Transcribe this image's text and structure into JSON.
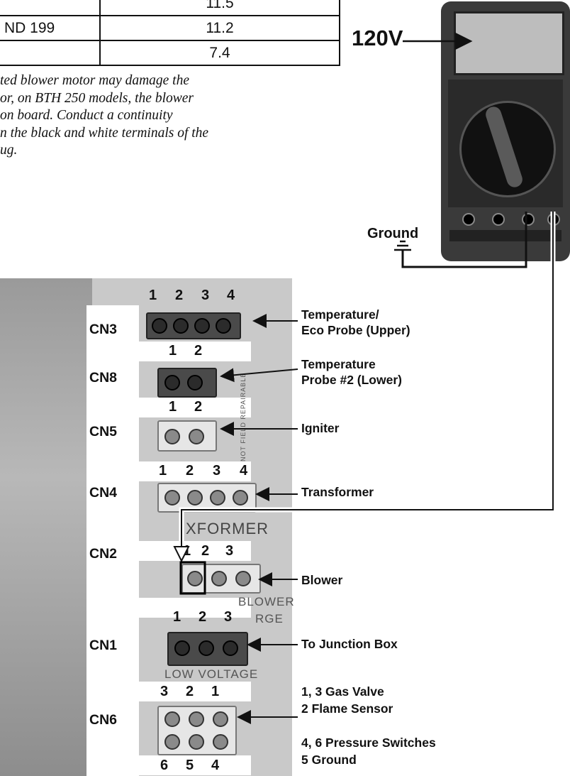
{
  "table": {
    "rows": [
      {
        "label": "",
        "value": "11.5"
      },
      {
        "label": "ND 199",
        "value": "11.2"
      },
      {
        "label": "",
        "value": "7.4"
      }
    ]
  },
  "note_lines": [
    "ted blower motor may damage the",
    " or, on BTH 250 models, the blower",
    "on board.  Conduct a continuity",
    "n the black and white terminals of the",
    "ug."
  ],
  "meter": {
    "reading_label": "120V",
    "ground_label": "Ground"
  },
  "connectors": {
    "cn3": {
      "name": "CN3",
      "pins": [
        "1",
        "2",
        "3",
        "4"
      ],
      "label_lines": [
        "Temperature/",
        "Eco Probe (Upper)"
      ]
    },
    "cn8": {
      "name": "CN8",
      "pins": [
        "1",
        "2"
      ],
      "label_lines": [
        "Temperature",
        "Probe #2 (Lower)"
      ]
    },
    "cn5": {
      "name": "CN5",
      "pins": [
        "1",
        "2"
      ],
      "label_lines": [
        "Igniter"
      ]
    },
    "cn4": {
      "name": "CN4",
      "pins": [
        "1",
        "2",
        "3",
        "4"
      ],
      "label_lines": [
        "Transformer"
      ]
    },
    "cn2": {
      "name": "CN2",
      "pins": [
        "1",
        "2",
        "3"
      ],
      "label_lines": [
        "Blower"
      ]
    },
    "cn1": {
      "name": "CN1",
      "pins": [
        "1",
        "2",
        "3"
      ],
      "label_lines": [
        "To Junction Box"
      ]
    },
    "cn6": {
      "name": "CN6",
      "pins_top": [
        "3",
        "2",
        "1"
      ],
      "pins_bottom": [
        "6",
        "5",
        "4"
      ],
      "label_lines": [
        "1, 3 Gas Valve",
        "2 Flame Sensor",
        "4, 6 Pressure Switches",
        "5 Ground"
      ]
    }
  },
  "board_printing": {
    "xformer": "XFORMER",
    "blower_charge": "BLOWER",
    "charge": "RGE",
    "low_voltage": "LOW VOLTAGE",
    "not_field": "NOT FIELD REPAIRABLE"
  }
}
